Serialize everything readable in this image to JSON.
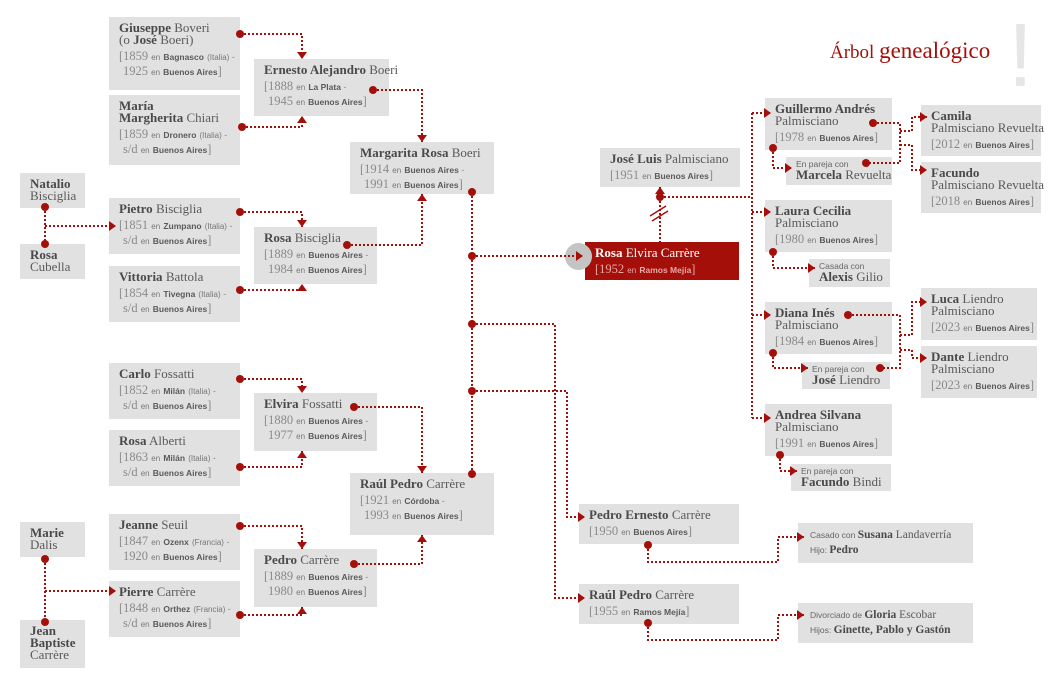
{
  "title": {
    "part1": "Árbol",
    "part2": "genealógico",
    "mark": "!"
  },
  "labels": {
    "en": "en"
  },
  "colors": {
    "accent": "#a50f0a",
    "box": "#e1e1e1",
    "text": "#555555"
  },
  "people": [
    {
      "id": "giuseppe",
      "name": [
        [
          {
            "t": "Giuseppe",
            "b": true
          },
          {
            "t": " Boveri"
          }
        ],
        [
          {
            "t": "(o "
          },
          {
            "t": "José",
            "b": true
          },
          {
            "t": " Boeri)"
          }
        ]
      ],
      "birth": {
        "year": "1859",
        "place": "Bagnasco",
        "country": "(Italia)"
      },
      "death": {
        "year": "1925",
        "place": "Buenos Aires"
      }
    },
    {
      "id": "maria",
      "name": [
        [
          {
            "t": "María",
            "b": true
          }
        ],
        [
          {
            "t": "Margherita",
            "b": true
          },
          {
            "t": " Chiari"
          }
        ]
      ],
      "birth": {
        "year": "1859",
        "place": "Dronero",
        "country": "(Italia)"
      },
      "death": {
        "year": "s/d",
        "place": "Buenos Aires"
      }
    },
    {
      "id": "ernesto",
      "name": [
        [
          {
            "t": "Ernesto Alejandro",
            "b": true
          },
          {
            "t": " Boeri"
          }
        ]
      ],
      "birth": {
        "year": "1888",
        "place": "La Plata"
      },
      "death": {
        "year": "1945",
        "place": "Buenos Aires"
      }
    },
    {
      "id": "margarita",
      "name": [
        [
          {
            "t": "Margarita Rosa",
            "b": true
          },
          {
            "t": " Boeri"
          }
        ]
      ],
      "birth": {
        "year": "1914",
        "place": "Buenos Aires"
      },
      "death": {
        "year": "1991",
        "place": "Buenos Aires"
      }
    },
    {
      "id": "natalio",
      "name": [
        [
          {
            "t": "Natalio",
            "b": true
          }
        ],
        [
          {
            "t": "Bisciglia"
          }
        ]
      ]
    },
    {
      "id": "rosacubella",
      "name": [
        [
          {
            "t": "Rosa",
            "b": true
          }
        ],
        [
          {
            "t": "Cubella"
          }
        ]
      ]
    },
    {
      "id": "pietro",
      "name": [
        [
          {
            "t": "Pietro",
            "b": true
          },
          {
            "t": " Bisciglia"
          }
        ]
      ],
      "birth": {
        "year": "1851",
        "place": "Zumpano",
        "country": "(Italia)"
      },
      "death": {
        "year": "s/d",
        "place": "Buenos Aires"
      }
    },
    {
      "id": "vittoria",
      "name": [
        [
          {
            "t": "Vittoria",
            "b": true
          },
          {
            "t": " Battola"
          }
        ]
      ],
      "birth": {
        "year": "1854",
        "place": "Tivegna",
        "country": "(Italia)"
      },
      "death": {
        "year": "s/d",
        "place": "Buenos Aires"
      }
    },
    {
      "id": "rosab",
      "name": [
        [
          {
            "t": "Rosa",
            "b": true
          },
          {
            "t": " Bisciglia"
          }
        ]
      ],
      "birth": {
        "year": "1889",
        "place": "Buenos Aires"
      },
      "death": {
        "year": "1984",
        "place": "Buenos Aires"
      }
    },
    {
      "id": "carlo",
      "name": [
        [
          {
            "t": "Carlo",
            "b": true
          },
          {
            "t": " Fossatti"
          }
        ]
      ],
      "birth": {
        "year": "1852",
        "place": "Milán",
        "country": "(Italia)"
      },
      "death": {
        "year": "s/d",
        "place": "Buenos Aires"
      }
    },
    {
      "id": "rosaa",
      "name": [
        [
          {
            "t": "Rosa",
            "b": true
          },
          {
            "t": " Alberti"
          }
        ]
      ],
      "birth": {
        "year": "1863",
        "place": "Milán",
        "country": "(Italia)"
      },
      "death": {
        "year": "s/d",
        "place": "Buenos Aires"
      }
    },
    {
      "id": "elvira",
      "name": [
        [
          {
            "t": "Elvira",
            "b": true
          },
          {
            "t": " Fossatti"
          }
        ]
      ],
      "birth": {
        "year": "1880",
        "place": "Buenos Aires"
      },
      "death": {
        "year": "1977",
        "place": "Buenos Aires"
      }
    },
    {
      "id": "raulp",
      "name": [
        [
          {
            "t": "Raúl Pedro",
            "b": true
          },
          {
            "t": " Carrère"
          }
        ]
      ],
      "birth": {
        "year": "1921",
        "place": "Córdoba"
      },
      "death": {
        "year": "1993",
        "place": "Buenos Aires"
      }
    },
    {
      "id": "marie",
      "name": [
        [
          {
            "t": "Marie",
            "b": true
          }
        ],
        [
          {
            "t": "Dalis"
          }
        ]
      ]
    },
    {
      "id": "jean",
      "name": [
        [
          {
            "t": "Jean",
            "b": true
          }
        ],
        [
          {
            "t": "Baptiste",
            "b": true
          }
        ],
        [
          {
            "t": "Carrère"
          }
        ]
      ]
    },
    {
      "id": "jeanne",
      "name": [
        [
          {
            "t": "Jeanne",
            "b": true
          },
          {
            "t": " Seuil"
          }
        ]
      ],
      "birth": {
        "year": "1847",
        "place": "Ozenx",
        "country": "(Francia)"
      },
      "death": {
        "year": "1920",
        "place": "Buenos Aires"
      }
    },
    {
      "id": "pierre",
      "name": [
        [
          {
            "t": "Pierre",
            "b": true
          },
          {
            "t": " Carrère"
          }
        ]
      ],
      "birth": {
        "year": "1848",
        "place": "Orthez",
        "country": "(Francia)"
      },
      "death": {
        "year": "s/d",
        "place": "Buenos Aires"
      }
    },
    {
      "id": "pedroc",
      "name": [
        [
          {
            "t": "Pedro",
            "b": true
          },
          {
            "t": " Carrère"
          }
        ]
      ],
      "birth": {
        "year": "1889",
        "place": "Buenos Aires"
      },
      "death": {
        "year": "1980",
        "place": "Buenos Aires"
      }
    },
    {
      "id": "rosaelvira",
      "main": true,
      "name": [
        [
          {
            "t": "Rosa",
            "b": true
          },
          {
            "t": " Elvira Carrère"
          }
        ]
      ],
      "only": {
        "year": "1952",
        "place": "Ramos Mejía"
      }
    },
    {
      "id": "joseluis",
      "name": [
        [
          {
            "t": "José Luis",
            "b": true
          },
          {
            "t": " Palmisciano"
          }
        ]
      ],
      "only": {
        "year": "1951",
        "place": "Buenos Aires"
      }
    },
    {
      "id": "guillermo",
      "name": [
        [
          {
            "t": "Guillermo Andrés",
            "b": true
          }
        ],
        [
          {
            "t": "Palmisciano"
          }
        ]
      ],
      "only": {
        "year": "1978",
        "place": "Buenos Aires"
      }
    },
    {
      "id": "laura",
      "name": [
        [
          {
            "t": "Laura Cecilia",
            "b": true
          }
        ],
        [
          {
            "t": "Palmisciano"
          }
        ]
      ],
      "only": {
        "year": "1980",
        "place": "Buenos Aires"
      }
    },
    {
      "id": "diana",
      "name": [
        [
          {
            "t": "Diana Inés",
            "b": true
          }
        ],
        [
          {
            "t": "Palmisciano"
          }
        ]
      ],
      "only": {
        "year": "1984",
        "place": "Buenos Aires"
      }
    },
    {
      "id": "andrea",
      "name": [
        [
          {
            "t": "Andrea Silvana",
            "b": true
          }
        ],
        [
          {
            "t": "Palmisciano"
          }
        ]
      ],
      "only": {
        "year": "1991",
        "place": "Buenos Aires"
      }
    },
    {
      "id": "camila",
      "name": [
        [
          {
            "t": "Camila",
            "b": true
          }
        ],
        [
          {
            "t": "Palmisciano Revuelta"
          }
        ]
      ],
      "only": {
        "year": "2012",
        "place": "Buenos Aires"
      }
    },
    {
      "id": "facundopr",
      "name": [
        [
          {
            "t": "Facundo",
            "b": true
          }
        ],
        [
          {
            "t": "Palmisciano Revuelta"
          }
        ]
      ],
      "only": {
        "year": "2018",
        "place": "Buenos Aires"
      }
    },
    {
      "id": "luca",
      "name": [
        [
          {
            "t": "Luca",
            "b": true
          },
          {
            "t": " Liendro"
          }
        ],
        [
          {
            "t": "Palmisciano"
          }
        ]
      ],
      "only": {
        "year": "2023",
        "place": "Buenos Aires"
      }
    },
    {
      "id": "dante",
      "name": [
        [
          {
            "t": "Dante",
            "b": true
          },
          {
            "t": " Liendro"
          }
        ],
        [
          {
            "t": "Palmisciano"
          }
        ]
      ],
      "only": {
        "year": "2023",
        "place": "Buenos Aires"
      }
    },
    {
      "id": "pedroe",
      "name": [
        [
          {
            "t": "Pedro Ernesto",
            "b": true
          },
          {
            "t": " Carrère"
          }
        ]
      ],
      "only": {
        "year": "1950",
        "place": "Buenos Aires"
      }
    },
    {
      "id": "raulp2",
      "name": [
        [
          {
            "t": "Raúl Pedro",
            "b": true
          },
          {
            "t": " Carrère"
          }
        ]
      ],
      "only": {
        "year": "1955",
        "place": "Ramos Mejía"
      }
    }
  ],
  "partners": [
    {
      "id": "marcela",
      "label": "En pareja con",
      "name": [
        {
          "t": "Marcela",
          "b": true
        },
        {
          "t": " Revuelta"
        }
      ]
    },
    {
      "id": "alexis",
      "label": "Casada con",
      "name": [
        {
          "t": "Alexis",
          "b": true
        },
        {
          "t": " Gilio"
        }
      ]
    },
    {
      "id": "joseliendro",
      "label": "En pareja con",
      "name": [
        {
          "t": "José",
          "b": true
        },
        {
          "t": " Liendro"
        }
      ]
    },
    {
      "id": "facundob",
      "label": "En pareja con",
      "name": [
        {
          "t": "Facundo",
          "b": true
        },
        {
          "t": " Bindi"
        }
      ]
    }
  ],
  "notes": [
    {
      "id": "susana",
      "lines": [
        [
          {
            "t": "Casado con ",
            "s": true
          },
          {
            "t": "Susana",
            "b": true
          },
          {
            "t": " Landaverría"
          }
        ],
        [
          {
            "t": "Hijo: ",
            "s": true
          },
          {
            "t": "Pedro",
            "b": true
          }
        ]
      ]
    },
    {
      "id": "gloria",
      "lines": [
        [
          {
            "t": "Divorciado de ",
            "s": true
          },
          {
            "t": "Gloria",
            "b": true
          },
          {
            "t": " Escobar"
          }
        ],
        [
          {
            "t": "Hijos: ",
            "s": true
          },
          {
            "t": "Ginette, Pablo y Gastón",
            "b": true
          }
        ]
      ]
    }
  ]
}
